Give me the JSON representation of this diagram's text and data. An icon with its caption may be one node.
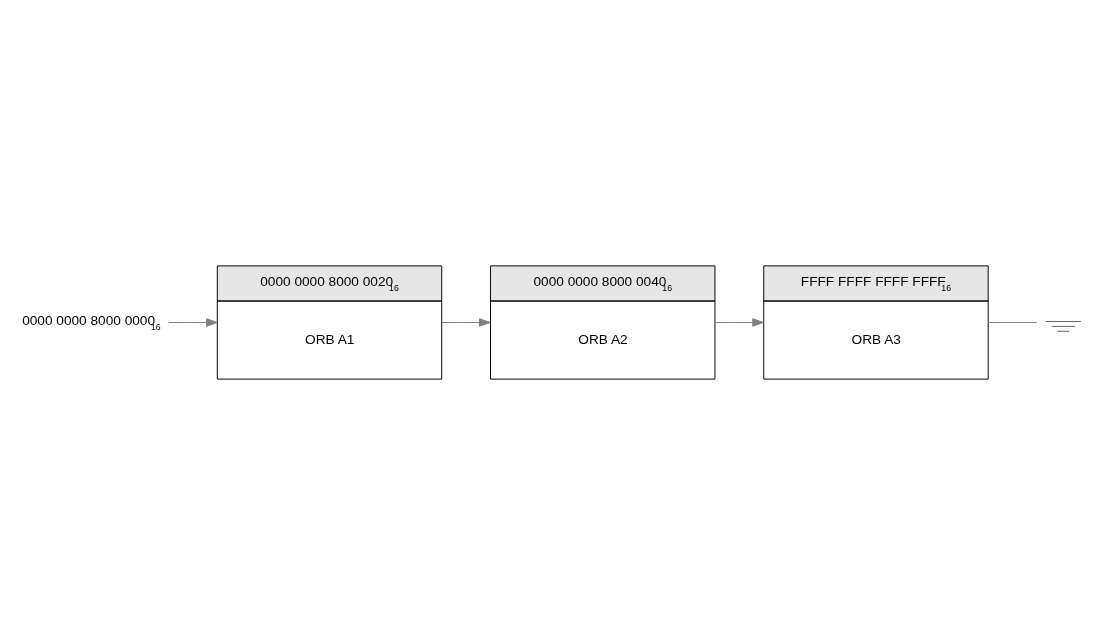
{
  "diagram": {
    "nodes": [
      {
        "text": [
          "0000 0000 8000 0000$_{16}$"
        ]
      },
      {
        "text": [
          "0000 0000 8000 0020$_{16}$",
          "ORB A1"
        ]
      },
      {
        "text": [
          "0000 0000 8000 0040$_{16}$",
          "ORB A2"
        ]
      },
      {
        "text": [
          "FFFF FFFF FFFF FFFF$_{16}$",
          "ORB A3"
        ]
      },
      {
        "text": [],
        "shape": "ground"
      }
    ],
    "edges": [
      {
        "from": 0,
        "to": 1,
        "arrow": "to"
      },
      {
        "from": 1,
        "to": 2,
        "arrow": "to"
      },
      {
        "from": 2,
        "to": 3,
        "arrow": "to"
      },
      {
        "from": 3,
        "to": 4,
        "arrow": "none"
      }
    ]
  }
}
